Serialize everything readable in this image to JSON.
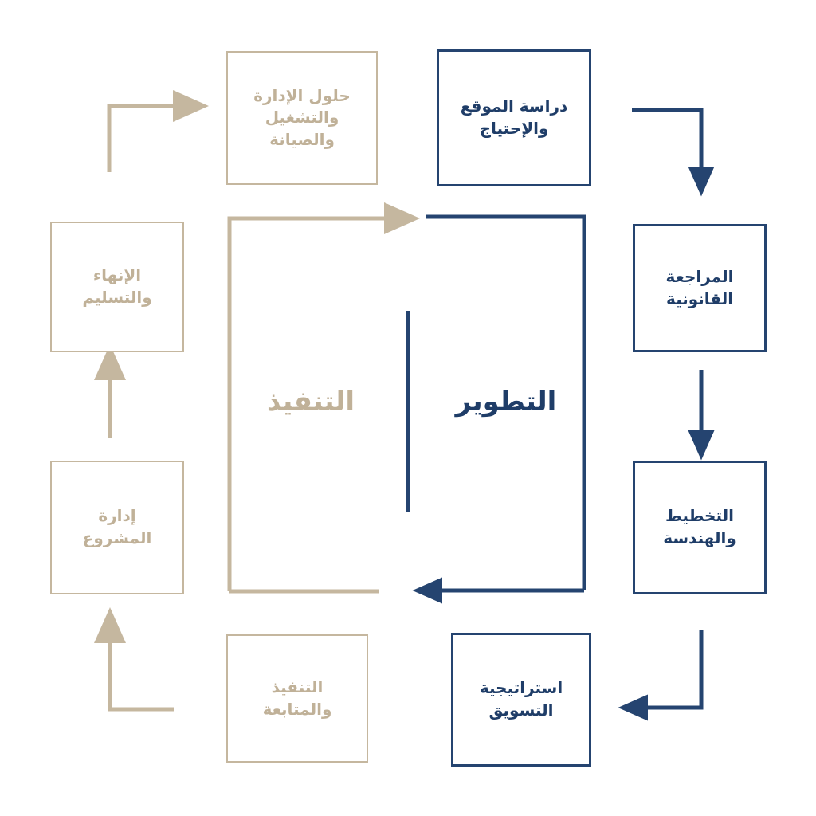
{
  "diagram": {
    "title_visible": false,
    "colors": {
      "tan": "#c5b79f",
      "tan_text": "#c0b198",
      "navy": "#254470",
      "navy_text": "#1f3d68",
      "background": "#ffffff"
    },
    "phases": [
      {
        "id": "execution",
        "label": "التنفيذ",
        "color": "tan"
      },
      {
        "id": "development",
        "label": "التطوير",
        "color": "navy"
      }
    ],
    "nodes": [
      {
        "id": "management-operation-maintenance",
        "label": "حلول الإدارة\nوالتشغيل\nوالصيانة",
        "color": "tan",
        "column": "center-left",
        "row": "top"
      },
      {
        "id": "site-study-and-need",
        "label": "دراسة الموقع\nوالإحتياج",
        "color": "navy",
        "column": "center-right",
        "row": "top"
      },
      {
        "id": "legal-review",
        "label": "المراجعة\nالقانونية",
        "color": "navy",
        "column": "right",
        "row": "upper-middle"
      },
      {
        "id": "planning-and-engineering",
        "label": "التخطيط\nوالهندسة",
        "color": "navy",
        "column": "right",
        "row": "lower-middle"
      },
      {
        "id": "marketing-strategy",
        "label": "استراتيجية\nالتسويق",
        "color": "navy",
        "column": "center-right",
        "row": "bottom"
      },
      {
        "id": "execution-and-follow-up",
        "label": "التنفيذ\nوالمتابعة",
        "color": "tan",
        "column": "center-left",
        "row": "bottom"
      },
      {
        "id": "project-management",
        "label": "إدارة\nالمشروع",
        "color": "tan",
        "column": "left",
        "row": "lower-middle"
      },
      {
        "id": "completion-and-handover",
        "label": "الإنهاء\nوالتسليم",
        "color": "tan",
        "column": "left",
        "row": "upper-middle"
      }
    ],
    "connectors": [
      {
        "id": "top-left-elbow-arrow",
        "color": "tan",
        "direction": "right"
      },
      {
        "id": "top-right-elbow-arrow",
        "color": "navy",
        "direction": "down"
      },
      {
        "id": "legal-to-planning-arrow",
        "color": "navy",
        "direction": "down"
      },
      {
        "id": "planning-to-marketing-elbow-arrow",
        "color": "navy",
        "direction": "left"
      },
      {
        "id": "development-loop-top-arrow",
        "color": "navy",
        "direction": "right"
      },
      {
        "id": "development-loop-bottom-arrow",
        "color": "navy",
        "direction": "left"
      },
      {
        "id": "execution-loop-top-arrow",
        "color": "tan",
        "direction": "right"
      },
      {
        "id": "execution-loop-bottom-line",
        "color": "tan",
        "direction": "none"
      },
      {
        "id": "development-divider-line",
        "color": "navy",
        "direction": "none"
      },
      {
        "id": "bottom-left-elbow-arrow",
        "color": "tan",
        "direction": "up"
      },
      {
        "id": "project-to-completion-arrow",
        "color": "tan",
        "direction": "up"
      }
    ]
  }
}
